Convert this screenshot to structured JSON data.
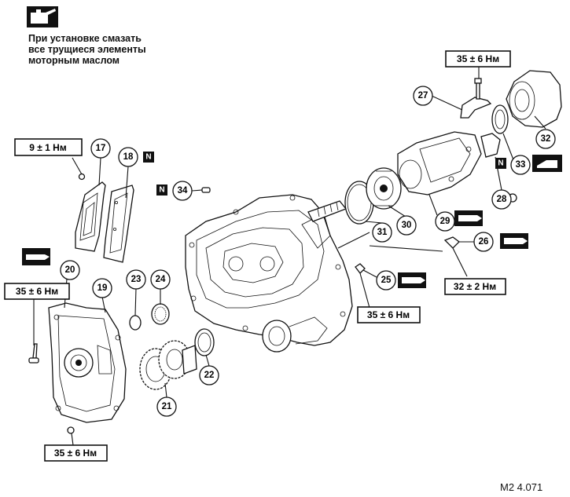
{
  "note": {
    "icon": "oil-can-icon",
    "lines": [
      "При установке смазать",
      "все трущиеся элементы",
      "моторным маслом"
    ]
  },
  "torques": {
    "t_9": "9 ± 1 Нм",
    "t_35_top": "35 ± 6 Нм",
    "t_35_left": "35 ± 6 Нм",
    "t_35_bottom": "35 ± 6 Нм",
    "t_35_mid": "35 ± 6 Нм",
    "t_32": "32 ± 2 Нм"
  },
  "callouts": {
    "c17": "17",
    "c18": "18",
    "c19": "19",
    "c20": "20",
    "c21": "21",
    "c22": "22",
    "c23": "23",
    "c24": "24",
    "c25": "25",
    "c26": "26",
    "c27": "27",
    "c28": "28",
    "c29": "29",
    "c30": "30",
    "c31": "31",
    "c32": "32",
    "c33": "33",
    "c34": "34"
  },
  "new_part_mark": "N",
  "figure_code": "M2 4.071"
}
